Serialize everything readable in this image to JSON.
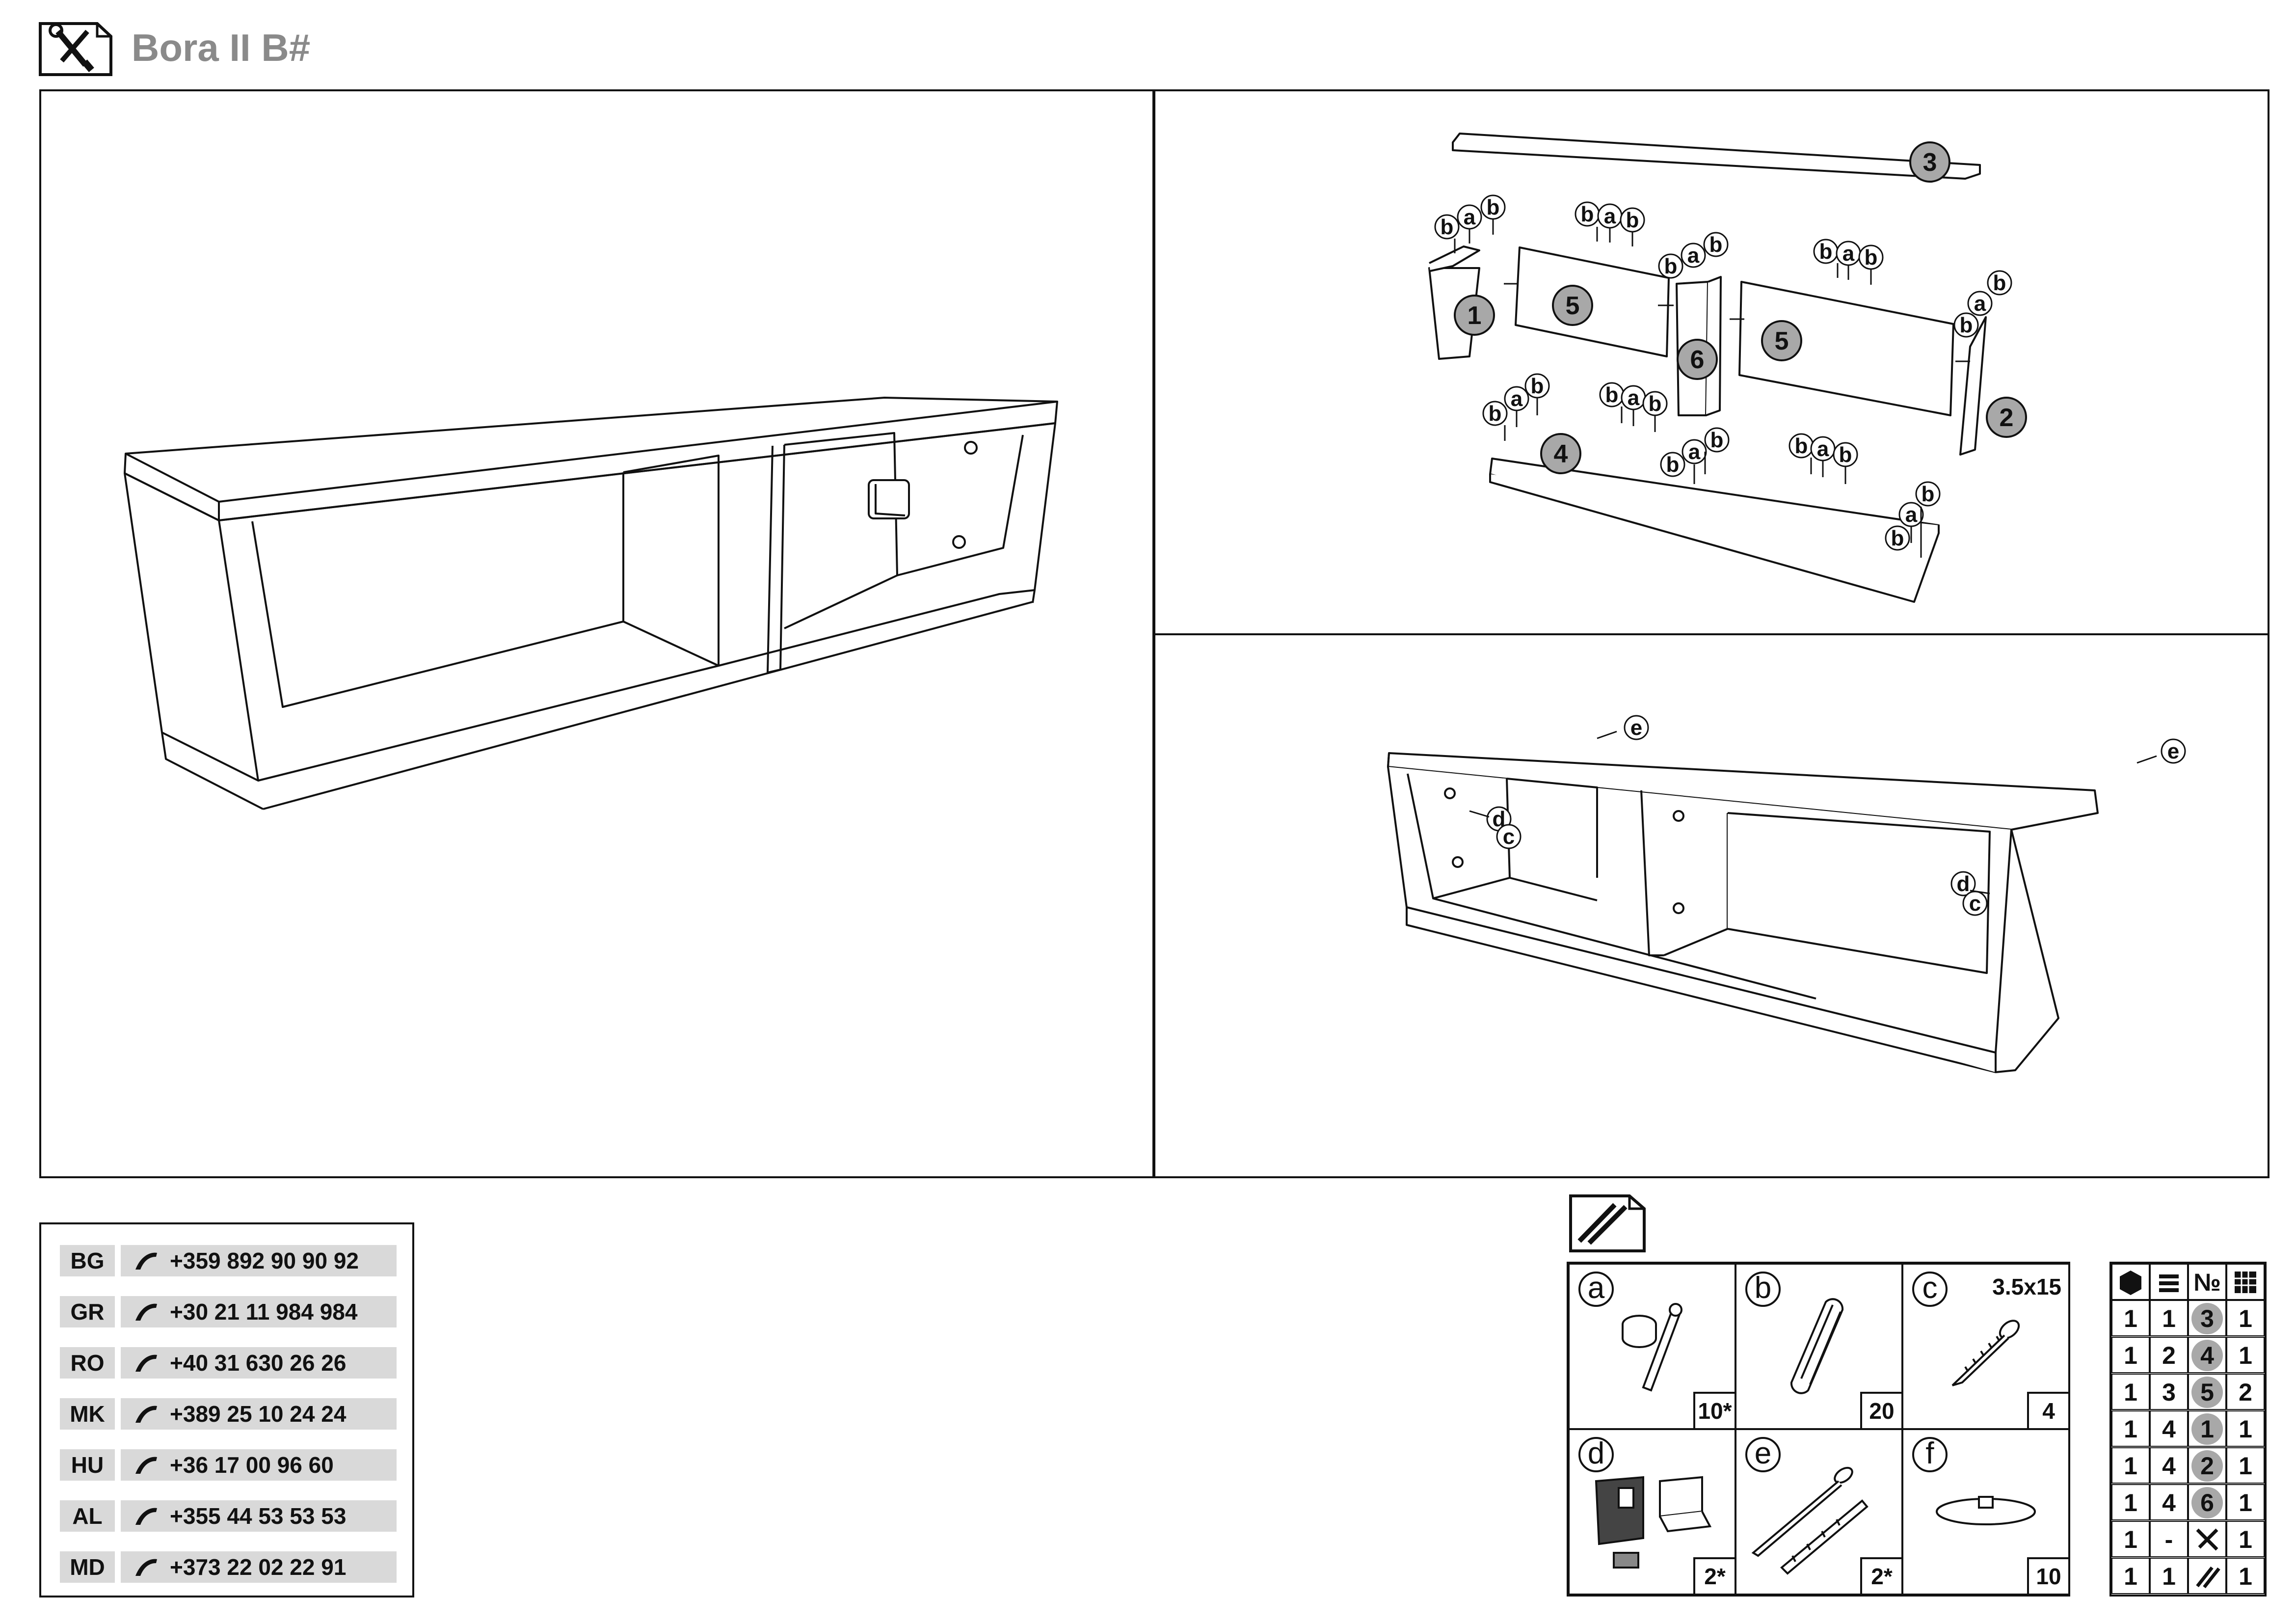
{
  "header": {
    "title": "Bora II B#",
    "icon": "tools-icon"
  },
  "exploded_labels": {
    "parts": [
      "1",
      "2",
      "3",
      "4",
      "5",
      "5",
      "6"
    ],
    "fasteners": [
      "a",
      "b",
      "c",
      "d",
      "e"
    ]
  },
  "phones": [
    {
      "code": "BG",
      "number": "+359 892 90 90 92"
    },
    {
      "code": "GR",
      "number": "+30 21 11 984 984"
    },
    {
      "code": "RO",
      "number": "+40 31 630 26 26"
    },
    {
      "code": "MK",
      "number": "+389 25 10 24 24"
    },
    {
      "code": "HU",
      "number": "+36 17 00 96 60"
    },
    {
      "code": "AL",
      "number": "+355 44 53 53 53"
    },
    {
      "code": "MD",
      "number": "+373 22 02 22 91"
    }
  ],
  "hardware": [
    {
      "letter": "a",
      "qty": "10*",
      "size": "",
      "icon": "cam-lock-icon"
    },
    {
      "letter": "b",
      "qty": "20",
      "size": "",
      "icon": "wooden-dowel-icon"
    },
    {
      "letter": "c",
      "qty": "4",
      "size": "3.5x15",
      "icon": "screw-icon"
    },
    {
      "letter": "d",
      "qty": "2*",
      "size": "",
      "icon": "hanging-bracket-icon"
    },
    {
      "letter": "e",
      "qty": "2*",
      "size": "",
      "icon": "screw-and-anchor-icon"
    },
    {
      "letter": "f",
      "qty": "10",
      "size": "",
      "icon": "furniture-glide-icon"
    }
  ],
  "parts_table": {
    "header_icons": [
      "package-icon",
      "stack-icon",
      "number-sign",
      "grid-icon"
    ],
    "header_text": [
      "",
      "",
      "№",
      ""
    ],
    "rows": [
      [
        "1",
        "1",
        "3",
        "1"
      ],
      [
        "1",
        "2",
        "4",
        "1"
      ],
      [
        "1",
        "3",
        "5",
        "2"
      ],
      [
        "1",
        "4",
        "1",
        "1"
      ],
      [
        "1",
        "4",
        "2",
        "1"
      ],
      [
        "1",
        "4",
        "6",
        "1"
      ],
      [
        "1",
        "-",
        "",
        "1"
      ],
      [
        "1",
        "1",
        "",
        "1"
      ]
    ],
    "row_special_icons": [
      "",
      "",
      "",
      "",
      "",
      "",
      "tools-icon",
      "hardware-icon"
    ]
  }
}
